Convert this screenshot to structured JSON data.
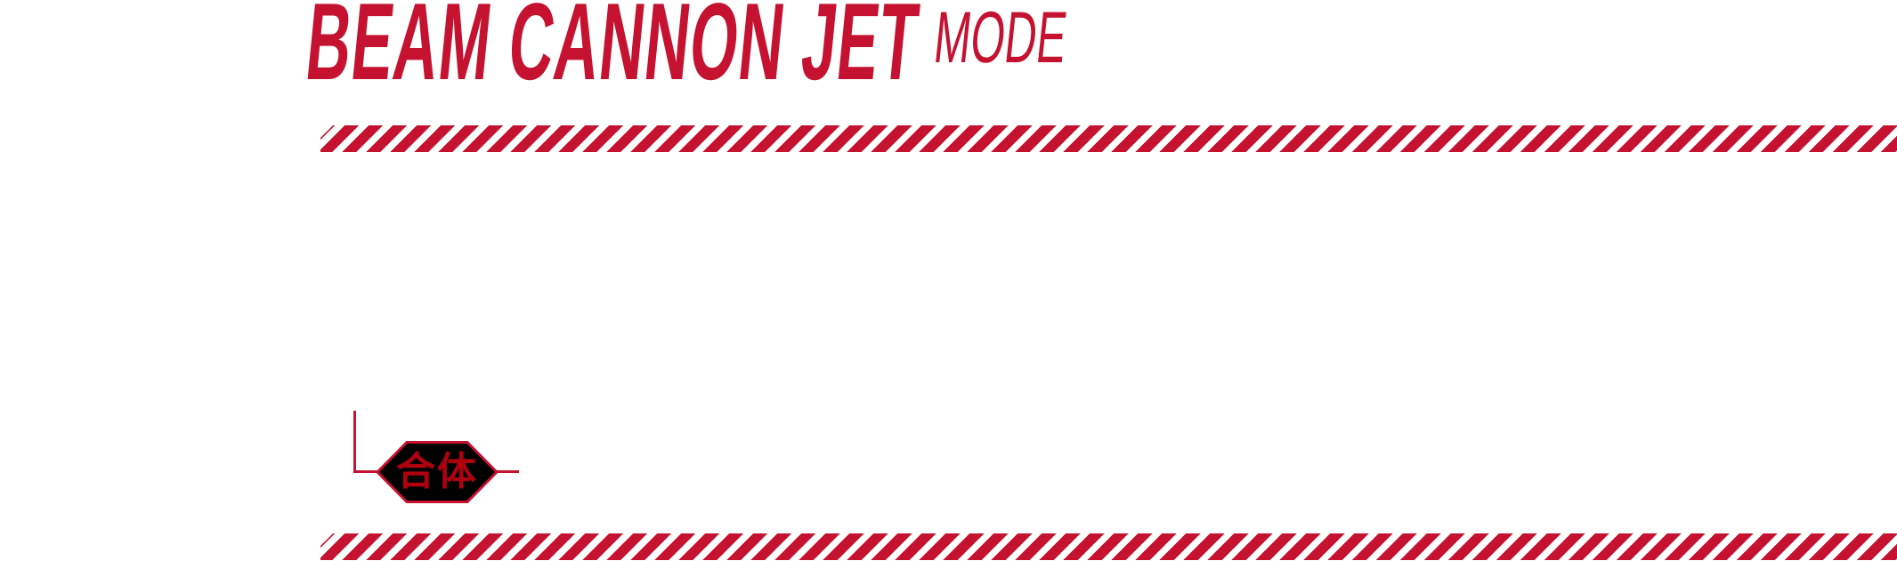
{
  "header": {
    "title": "BEAM CANNON JET",
    "subtitle": "MODE"
  },
  "badge": {
    "label": "合体"
  },
  "colors": {
    "accent": "#c41230",
    "badge_bg": "#000000",
    "background": "#ffffff"
  }
}
